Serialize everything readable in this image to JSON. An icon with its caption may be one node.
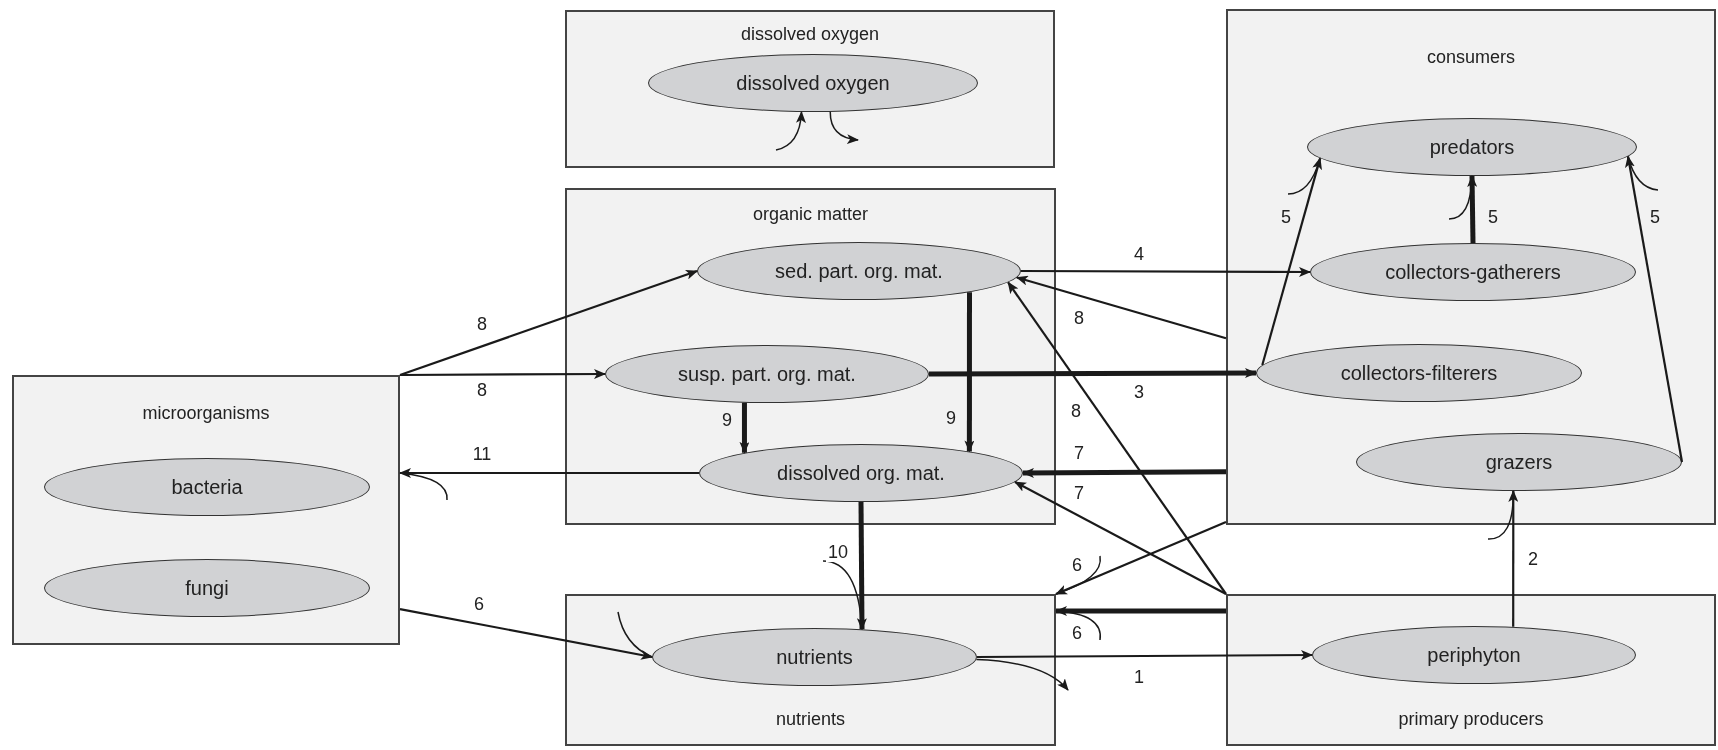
{
  "diagram": {
    "nodes": [
      {
        "text": [
          "dissolved oxygen"
        ]
      },
      {
        "text": [
          "dissolved oxygen"
        ],
        "in": 0
      },
      {
        "text": [
          "consumers"
        ]
      },
      {
        "text": [
          "predators"
        ],
        "in": 2
      },
      {
        "text": [
          "collectors-gatherers"
        ],
        "in": 2
      },
      {
        "text": [
          "collectors-filterers"
        ],
        "in": 2
      },
      {
        "text": [
          "grazers"
        ],
        "in": 2
      },
      {
        "text": [
          "organic matter"
        ]
      },
      {
        "text": [
          "sed. part. org. mat."
        ],
        "in": 7
      },
      {
        "text": [
          "susp. part. org. mat."
        ],
        "in": 7
      },
      {
        "text": [
          "dissolved org. mat."
        ],
        "in": 7
      },
      {
        "text": [
          "microorganisms"
        ]
      },
      {
        "text": [
          "bacteria"
        ],
        "in": 11
      },
      {
        "text": [
          "fungi"
        ],
        "in": 11
      },
      {
        "text": [
          "nutrients"
        ]
      },
      {
        "text": [
          "nutrients"
        ],
        "in": 14
      },
      {
        "text": [
          "primary producers"
        ]
      },
      {
        "text": [
          "periphyton"
        ],
        "in": 16
      }
    ],
    "edges": [
      {
        "from": 11,
        "to": 8,
        "arrow": "to",
        "label": "8"
      },
      {
        "from": 11,
        "to": 9,
        "arrow": "to",
        "label": "8"
      },
      {
        "from": 10,
        "to": 11,
        "arrow": "to",
        "label": "11"
      },
      {
        "from": 8,
        "to": 4,
        "arrow": "to",
        "label": "4"
      },
      {
        "from": 9,
        "to": 5,
        "arrow": "to",
        "label": "3",
        "style": "thick"
      },
      {
        "from": 9,
        "to": 10,
        "arrow": "to",
        "label": "9",
        "style": "thick"
      },
      {
        "from": 8,
        "to": 10,
        "arrow": "to",
        "label": "9",
        "style": "thick"
      },
      {
        "from": 2,
        "to": 8,
        "arrow": "to",
        "label": "8"
      },
      {
        "from": 16,
        "to": 8,
        "arrow": "to",
        "label": "8"
      },
      {
        "from": 2,
        "to": 10,
        "arrow": "to",
        "label": "7",
        "style": "thick"
      },
      {
        "from": 16,
        "to": 10,
        "arrow": "to",
        "label": "7"
      },
      {
        "from": 2,
        "to": 14,
        "arrow": "to",
        "label": "6"
      },
      {
        "from": 16,
        "to": 14,
        "arrow": "to",
        "label": "6",
        "style": "thick"
      },
      {
        "from": 10,
        "to": 15,
        "arrow": "to",
        "label": "10",
        "style": "thick"
      },
      {
        "from": 11,
        "to": 15,
        "arrow": "to",
        "label": "6"
      },
      {
        "from": 15,
        "to": 17,
        "arrow": "to",
        "label": "1"
      },
      {
        "from": 17,
        "to": 6,
        "arrow": "to",
        "label": "2"
      },
      {
        "from": 5,
        "to": 3,
        "arrow": "to",
        "label": "5"
      },
      {
        "from": 4,
        "to": 3,
        "arrow": "to",
        "label": "5",
        "style": "thick"
      },
      {
        "from": 6,
        "to": 3,
        "arrow": "to",
        "label": "5"
      },
      {
        "from": null,
        "to": 1,
        "arrow": "to"
      },
      {
        "from": 1,
        "to": null,
        "arrow": "to"
      },
      {
        "from": 15,
        "to": null,
        "arrow": "to"
      },
      {
        "from": null,
        "to": 11,
        "arrow": "none"
      },
      {
        "from": null,
        "to": 3,
        "arrow": "none"
      },
      {
        "from": null,
        "to": 3,
        "arrow": "none"
      },
      {
        "from": null,
        "to": 3,
        "arrow": "none"
      },
      {
        "from": null,
        "to": 15,
        "arrow": "none"
      },
      {
        "from": null,
        "to": 14,
        "arrow": "none"
      },
      {
        "from": null,
        "to": 14,
        "arrow": "none"
      },
      {
        "from": null,
        "to": 15,
        "arrow": "none"
      },
      {
        "from": null,
        "to": 6,
        "arrow": "none"
      }
    ]
  }
}
